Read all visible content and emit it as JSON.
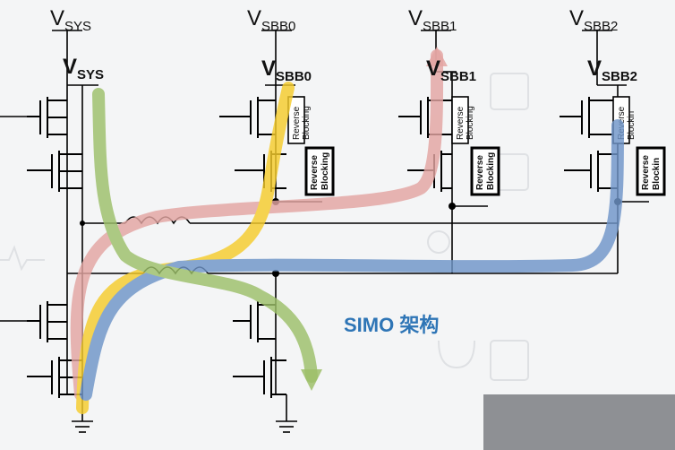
{
  "rails": {
    "sys": {
      "main": "V",
      "sub": "SYS"
    },
    "sbb0": {
      "main": "V",
      "sub": "SBB0"
    },
    "sbb1": {
      "main": "V",
      "sub": "SBB1"
    },
    "sbb2": {
      "main": "V",
      "sub": "SBB2"
    }
  },
  "overlay_labels": {
    "sys": {
      "main": "V",
      "sub": "SYS"
    },
    "sbb0": {
      "main": "V",
      "sub": "SBB0"
    },
    "sbb1": {
      "main": "V",
      "sub": "SBB1"
    },
    "sbb2": {
      "main": "V",
      "sub": "SBB2"
    }
  },
  "reverse_blocking": {
    "sbb0_a": {
      "l1": "Reverse",
      "l2": "Blocking"
    },
    "sbb0_b": {
      "l1": "Reverse",
      "l2": "Blocking"
    },
    "sbb1_a": {
      "l1": "Reverse",
      "l2": "Blocking"
    },
    "sbb1_b": {
      "l1": "Reverse",
      "l2": "Blocking"
    },
    "sbb2_a": {
      "l1": "Reverse",
      "l2": "Blockin"
    },
    "sbb2_b": {
      "l1": "Reverse",
      "l2": "Blockin"
    }
  },
  "title": "SIMO 架构",
  "colors": {
    "green": "#9dc06a",
    "yellow": "#f6cc2c",
    "pink": "#e3a5a2",
    "blue": "#6f95c8",
    "title": "#2e75b6",
    "sbb0_label": "#e27b2a",
    "sbb1_label": "#d98c89"
  }
}
